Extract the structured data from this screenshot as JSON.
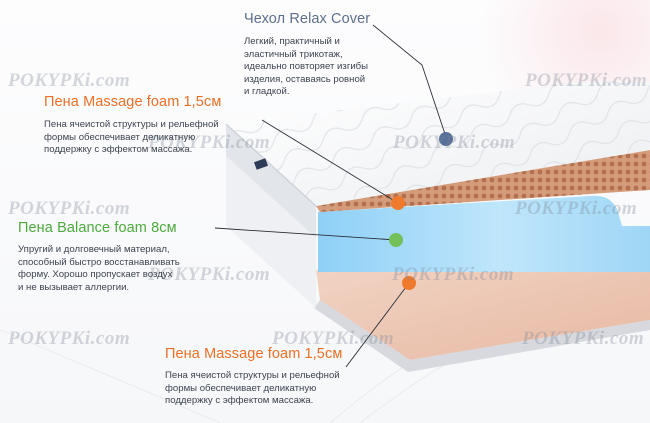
{
  "layers": [
    {
      "title": "Чехол Relax Cover",
      "desc_lines": [
        "Легкий, практичный и",
        "эластичный трикотаж,",
        "идеально повторяет изгибы",
        "изделия, оставаясь ровной",
        "и гладкой."
      ]
    },
    {
      "title": "Пена Massage foam 1,5см",
      "desc_lines": [
        "Пена ячеистой структуры и рельефной",
        "формы обеспечивает деликатную",
        "поддержку с эффектом массажа."
      ]
    },
    {
      "title": "Пена Balance foam 8см",
      "desc_lines": [
        "Упругий и долговечный материал,",
        "способный быстро восстанавливать",
        "форму. Хорошо пропускает воздух",
        "и не вызывает аллергии."
      ]
    },
    {
      "title": "Пена Massage foam 1,5см",
      "desc_lines": [
        "Пена ячеистой структуры и рельефной",
        "формы обеспечивает деликатную",
        "поддержку с эффектом массажа."
      ]
    }
  ],
  "watermark": "POKYPKi.com",
  "colors": {
    "cover_marker": "#59709a",
    "massage_marker": "#ef7a2d",
    "balance_marker": "#72c15b",
    "massage_title": "#ec6f25",
    "balance_title": "#4daa3e",
    "cover_title": "#5e6f8e"
  }
}
